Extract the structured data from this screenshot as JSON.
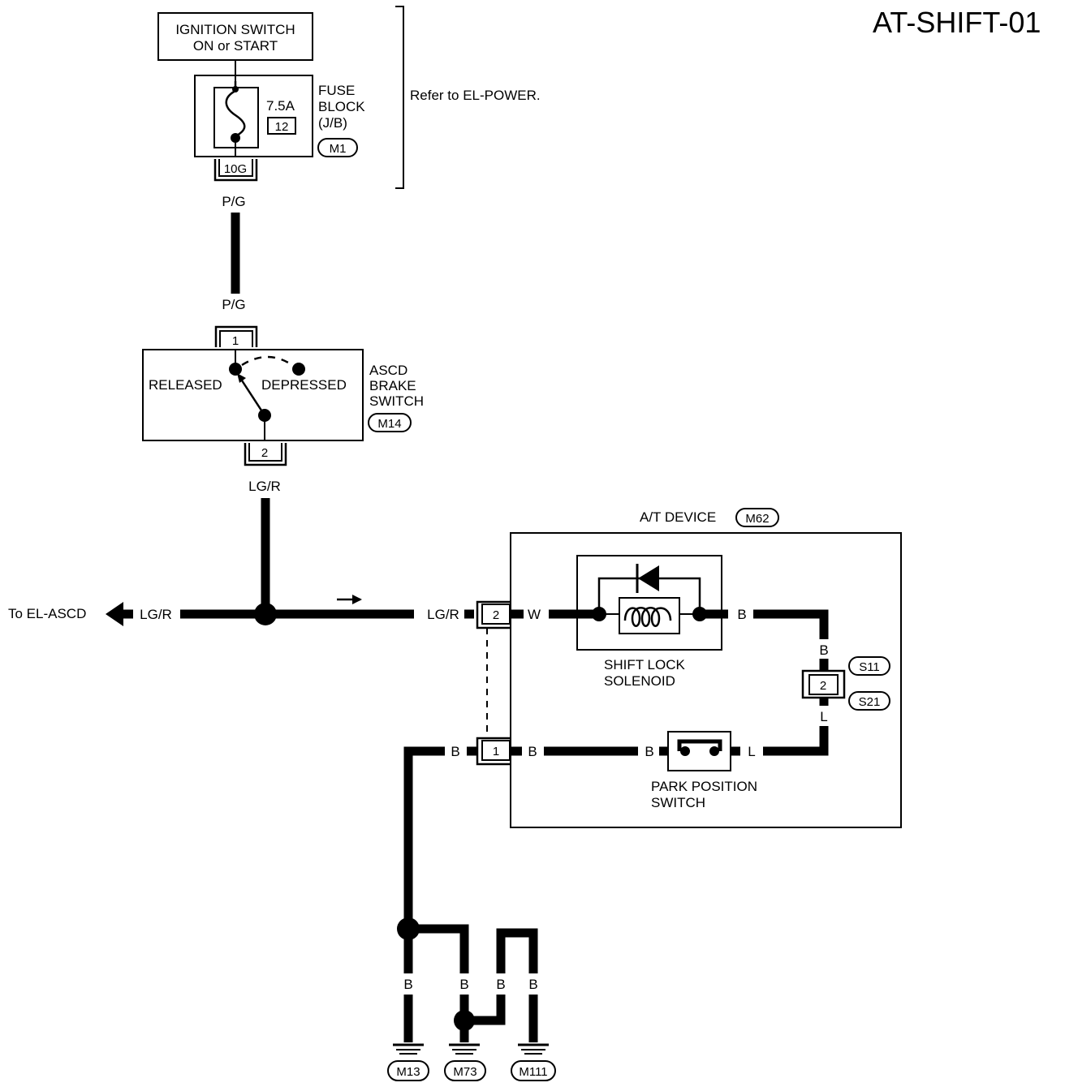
{
  "title": "AT-SHIFT-01",
  "ignition_switch": {
    "line1": "IGNITION SWITCH",
    "line2": "ON or START"
  },
  "fuse_block": {
    "rating": "7.5A",
    "fuse_number": "12",
    "label_lines": [
      "FUSE",
      "BLOCK",
      "(J/B)"
    ],
    "connector": "M1",
    "terminal": "10G"
  },
  "refer_note": "Refer to EL-POWER.",
  "wire_colors": {
    "pg": "P/G",
    "lgr": "LG/R",
    "w": "W",
    "b": "B",
    "l": "L"
  },
  "brake_switch": {
    "terminal_in": "1",
    "terminal_out": "2",
    "released": "RELEASED",
    "depressed": "DEPRESSED",
    "label_lines": [
      "ASCD",
      "BRAKE",
      "SWITCH"
    ],
    "connector": "M14"
  },
  "to_el_ascd": "To EL-ASCD",
  "at_device": {
    "label": "A/T DEVICE",
    "connector": "M62",
    "terminal_2": "2",
    "terminal_1": "1",
    "solenoid_lines": [
      "SHIFT LOCK",
      "SOLENOID"
    ],
    "park_switch_lines": [
      "PARK POSITION",
      "SWITCH"
    ]
  },
  "joint": {
    "terminal": "2",
    "connector_upper": "S11",
    "connector_lower": "S21"
  },
  "grounds": [
    "M13",
    "M73",
    "M111"
  ]
}
